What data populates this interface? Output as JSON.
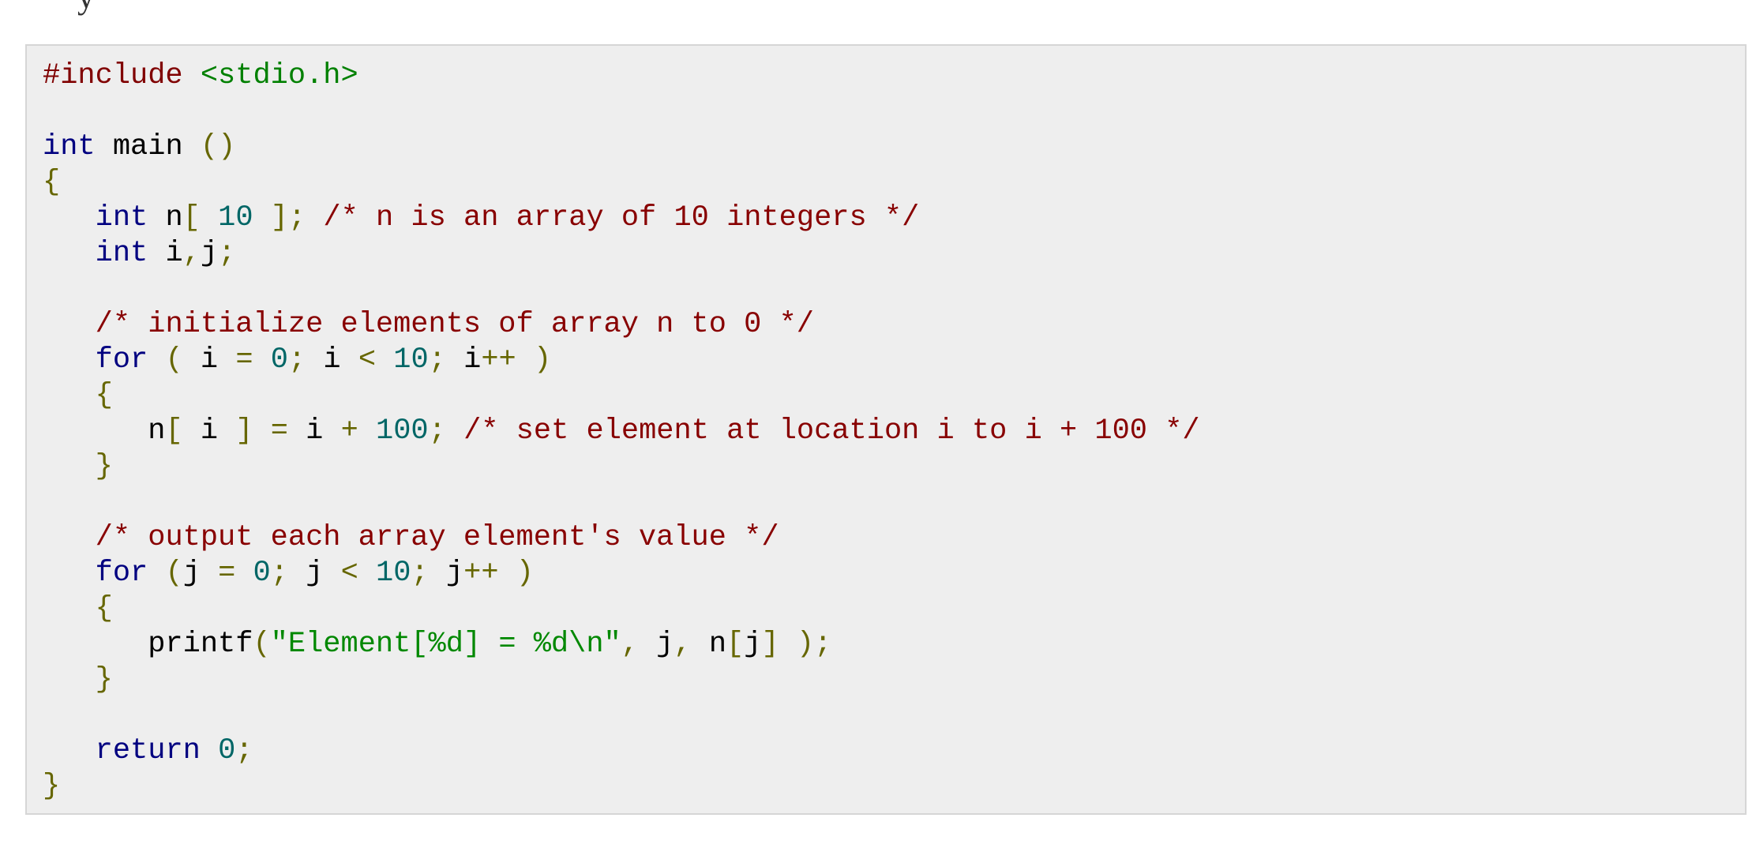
{
  "page": {
    "top_fragment": "y"
  },
  "code_lines": [
    [
      {
        "t": "#include ",
        "c": "pp"
      },
      {
        "t": "<stdio.h>",
        "c": "incl"
      }
    ],
    [],
    [
      {
        "t": "int",
        "c": "kw"
      },
      {
        "t": " main ",
        "c": "plain"
      },
      {
        "t": "()",
        "c": "pun"
      }
    ],
    [
      {
        "t": "{",
        "c": "pun"
      }
    ],
    [
      {
        "t": "   ",
        "c": "plain"
      },
      {
        "t": "int",
        "c": "kw"
      },
      {
        "t": " n",
        "c": "plain"
      },
      {
        "t": "[",
        "c": "pun"
      },
      {
        "t": " ",
        "c": "plain"
      },
      {
        "t": "10",
        "c": "num"
      },
      {
        "t": " ",
        "c": "plain"
      },
      {
        "t": "];",
        "c": "pun"
      },
      {
        "t": " ",
        "c": "plain"
      },
      {
        "t": "/* n is an array of 10 integers */",
        "c": "com"
      }
    ],
    [
      {
        "t": "   ",
        "c": "plain"
      },
      {
        "t": "int",
        "c": "kw"
      },
      {
        "t": " i",
        "c": "plain"
      },
      {
        "t": ",",
        "c": "pun"
      },
      {
        "t": "j",
        "c": "plain"
      },
      {
        "t": ";",
        "c": "pun"
      }
    ],
    [],
    [
      {
        "t": "   ",
        "c": "plain"
      },
      {
        "t": "/* initialize elements of array n to 0 */",
        "c": "com"
      }
    ],
    [
      {
        "t": "   ",
        "c": "plain"
      },
      {
        "t": "for",
        "c": "kw"
      },
      {
        "t": " ",
        "c": "plain"
      },
      {
        "t": "(",
        "c": "pun"
      },
      {
        "t": " i ",
        "c": "plain"
      },
      {
        "t": "=",
        "c": "pun"
      },
      {
        "t": " ",
        "c": "plain"
      },
      {
        "t": "0",
        "c": "num"
      },
      {
        "t": ";",
        "c": "pun"
      },
      {
        "t": " i ",
        "c": "plain"
      },
      {
        "t": "<",
        "c": "pun"
      },
      {
        "t": " ",
        "c": "plain"
      },
      {
        "t": "10",
        "c": "num"
      },
      {
        "t": ";",
        "c": "pun"
      },
      {
        "t": " i",
        "c": "plain"
      },
      {
        "t": "++",
        "c": "pun"
      },
      {
        "t": " ",
        "c": "plain"
      },
      {
        "t": ")",
        "c": "pun"
      }
    ],
    [
      {
        "t": "   ",
        "c": "plain"
      },
      {
        "t": "{",
        "c": "pun"
      }
    ],
    [
      {
        "t": "      n",
        "c": "plain"
      },
      {
        "t": "[",
        "c": "pun"
      },
      {
        "t": " i ",
        "c": "plain"
      },
      {
        "t": "]",
        "c": "pun"
      },
      {
        "t": " ",
        "c": "plain"
      },
      {
        "t": "=",
        "c": "pun"
      },
      {
        "t": " i ",
        "c": "plain"
      },
      {
        "t": "+",
        "c": "pun"
      },
      {
        "t": " ",
        "c": "plain"
      },
      {
        "t": "100",
        "c": "num"
      },
      {
        "t": ";",
        "c": "pun"
      },
      {
        "t": " ",
        "c": "plain"
      },
      {
        "t": "/* set element at location i to i + 100 */",
        "c": "com"
      }
    ],
    [
      {
        "t": "   ",
        "c": "plain"
      },
      {
        "t": "}",
        "c": "pun"
      }
    ],
    [],
    [
      {
        "t": "   ",
        "c": "plain"
      },
      {
        "t": "/* output each array element's value */",
        "c": "com"
      }
    ],
    [
      {
        "t": "   ",
        "c": "plain"
      },
      {
        "t": "for",
        "c": "kw"
      },
      {
        "t": " ",
        "c": "plain"
      },
      {
        "t": "(",
        "c": "pun"
      },
      {
        "t": "j ",
        "c": "plain"
      },
      {
        "t": "=",
        "c": "pun"
      },
      {
        "t": " ",
        "c": "plain"
      },
      {
        "t": "0",
        "c": "num"
      },
      {
        "t": ";",
        "c": "pun"
      },
      {
        "t": " j ",
        "c": "plain"
      },
      {
        "t": "<",
        "c": "pun"
      },
      {
        "t": " ",
        "c": "plain"
      },
      {
        "t": "10",
        "c": "num"
      },
      {
        "t": ";",
        "c": "pun"
      },
      {
        "t": " j",
        "c": "plain"
      },
      {
        "t": "++",
        "c": "pun"
      },
      {
        "t": " ",
        "c": "plain"
      },
      {
        "t": ")",
        "c": "pun"
      }
    ],
    [
      {
        "t": "   ",
        "c": "plain"
      },
      {
        "t": "{",
        "c": "pun"
      }
    ],
    [
      {
        "t": "      printf",
        "c": "plain"
      },
      {
        "t": "(",
        "c": "pun"
      },
      {
        "t": "\"Element[%d] = %d\\n\"",
        "c": "str"
      },
      {
        "t": ",",
        "c": "pun"
      },
      {
        "t": " j",
        "c": "plain"
      },
      {
        "t": ",",
        "c": "pun"
      },
      {
        "t": " n",
        "c": "plain"
      },
      {
        "t": "[",
        "c": "pun"
      },
      {
        "t": "j",
        "c": "plain"
      },
      {
        "t": "]",
        "c": "pun"
      },
      {
        "t": " ",
        "c": "plain"
      },
      {
        "t": ");",
        "c": "pun"
      }
    ],
    [
      {
        "t": "   ",
        "c": "plain"
      },
      {
        "t": "}",
        "c": "pun"
      }
    ],
    [],
    [
      {
        "t": "   ",
        "c": "plain"
      },
      {
        "t": "return",
        "c": "kw"
      },
      {
        "t": " ",
        "c": "plain"
      },
      {
        "t": "0",
        "c": "num"
      },
      {
        "t": ";",
        "c": "pun"
      }
    ],
    [
      {
        "t": "}",
        "c": "pun"
      }
    ]
  ]
}
